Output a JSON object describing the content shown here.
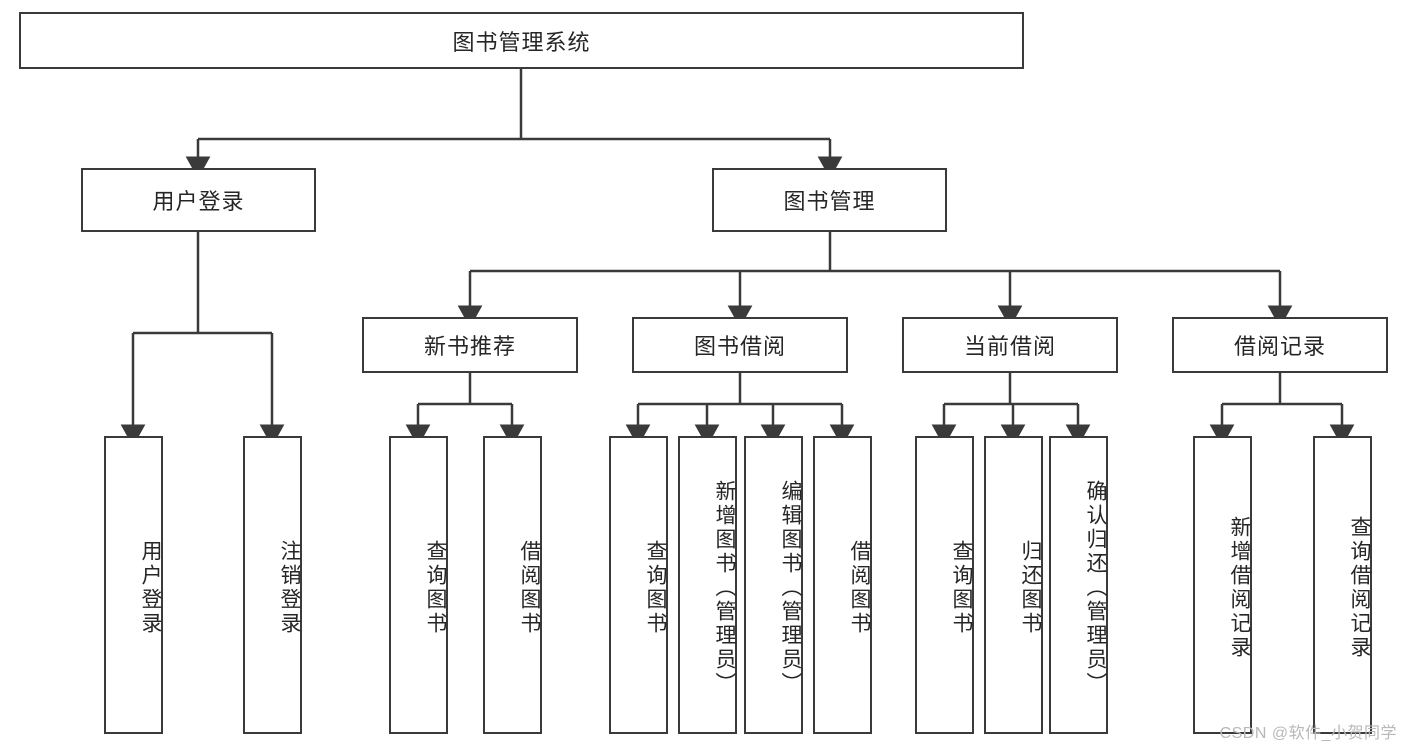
{
  "diagram": {
    "type": "tree",
    "title": "图书管理系统",
    "watermark": "CSDN @软件_小贺同学",
    "colors": {
      "border": "#3a3a3a",
      "background": "#ffffff",
      "text": "#262626",
      "watermark": "#b8b8b8"
    },
    "levels": {
      "root": {
        "label": "图书管理系统"
      },
      "level2": [
        {
          "label": "用户登录"
        },
        {
          "label": "图书管理"
        }
      ],
      "level3": [
        {
          "label": "新书推荐"
        },
        {
          "label": "图书借阅"
        },
        {
          "label": "当前借阅"
        },
        {
          "label": "借阅记录"
        }
      ],
      "leaves": {
        "user_login": [
          {
            "label": "用户登录"
          },
          {
            "label": "注销登录"
          }
        ],
        "new_book_recommend": [
          {
            "label": "查询图书"
          },
          {
            "label": "借阅图书"
          }
        ],
        "book_borrow": [
          {
            "label": "查询图书"
          },
          {
            "label": "新增图书（管理员）"
          },
          {
            "label": "编辑图书（管理员）"
          },
          {
            "label": "借阅图书"
          }
        ],
        "current_borrow": [
          {
            "label": "查询图书"
          },
          {
            "label": "归还图书"
          },
          {
            "label": "确认归还（管理员）"
          }
        ],
        "borrow_record": [
          {
            "label": "新增借阅记录"
          },
          {
            "label": "查询借阅记录"
          }
        ]
      }
    }
  }
}
